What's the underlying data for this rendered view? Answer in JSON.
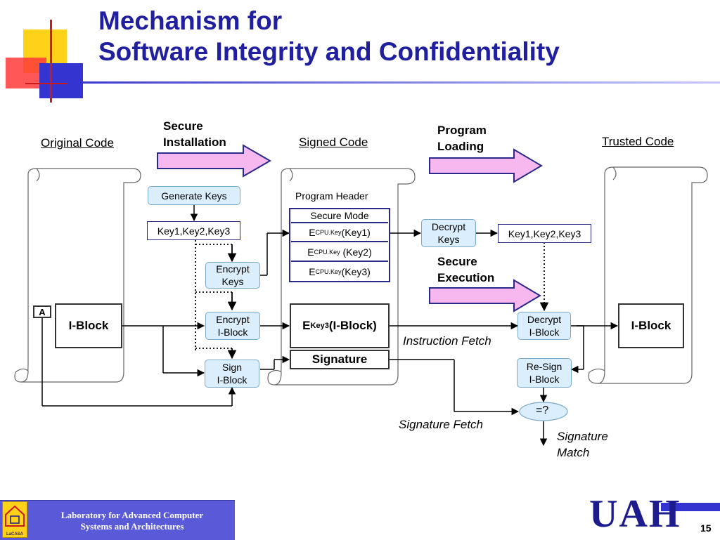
{
  "title": {
    "line1": "Mechanism for",
    "line2": "Software Integrity and Confidentiality"
  },
  "columns": {
    "original": "Original Code",
    "signed": "Signed Code",
    "trusted": "Trusted Code"
  },
  "stages": {
    "install_line1": "Secure",
    "install_line2": "Installation",
    "loading_line1": "Program",
    "loading_line2": "Loading",
    "exec_line1": "Secure",
    "exec_line2": "Execution"
  },
  "boxes": {
    "generate_keys": "Generate Keys",
    "keys_left": "Key1,Key2,Key3",
    "encrypt_keys_1": "Encrypt",
    "encrypt_keys_2": "Keys",
    "encrypt_block_1": "Encrypt",
    "encrypt_block_2": "I-Block",
    "sign_block_1": "Sign",
    "sign_block_2": "I-Block",
    "decrypt_keys_1": "Decrypt",
    "decrypt_keys_2": "Keys",
    "keys_right": "Key1,Key2,Key3",
    "decrypt_block_1": "Decrypt",
    "decrypt_block_2": "I-Block",
    "resign_block_1": "Re-Sign",
    "resign_block_2": "I-Block",
    "compare": "=?"
  },
  "header": {
    "program_header": "Program Header",
    "secure_mode": "Secure Mode",
    "e": "E",
    "cpu_key_sub": "CPU.Key",
    "key1": "(Key1)",
    "key2": " (Key2)",
    "key3": "(Key3)"
  },
  "blocks": {
    "a_label": "A",
    "iblock_left": "I-Block",
    "iblock_right": "I-Block",
    "encrypted_e": "E",
    "encrypted_sub": "Key3",
    "encrypted_rest": "(I-Block)",
    "signature": "Signature"
  },
  "annotations": {
    "instruction_fetch": "Instruction Fetch",
    "signature_fetch": "Signature Fetch",
    "match_line1": "Signature",
    "match_line2": "Match"
  },
  "footer": {
    "lab_line1": "Laboratory for Advanced Computer",
    "lab_line2": "Systems and Architectures",
    "logo_text": "LaCASA",
    "uah": "UAH",
    "page": "15"
  },
  "colors": {
    "title": "#1f1fa0",
    "process_fill": "#dbeefd",
    "process_border": "#7aa8c8",
    "arrow_fill": "#f7b8f0",
    "arrow_border": "#2a2a8a",
    "footer_band": "#5a5ad8"
  }
}
